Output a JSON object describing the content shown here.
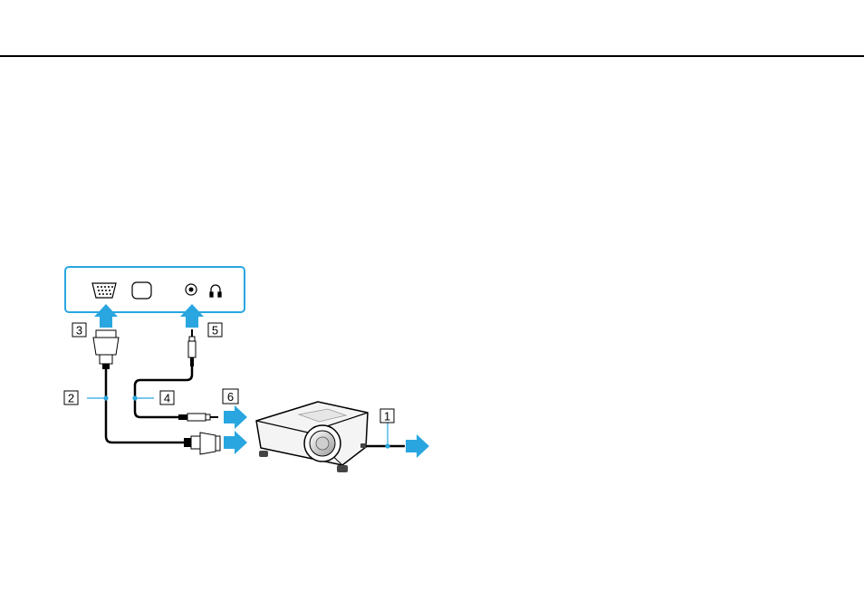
{
  "colors": {
    "accent_blue": "#29a6e0",
    "panel_border": "#29a6e0",
    "line": "#000000",
    "projector_fill": "#f4f4f4"
  },
  "callouts": {
    "c1": "1",
    "c2": "2",
    "c3": "3",
    "c4": "4",
    "c5": "5",
    "c6": "6"
  },
  "icons": {
    "vga_port": "monitor-port-icon",
    "display_port": "display-port-icon",
    "mic_jack": "mic-jack-icon",
    "headphones": "headphones-icon",
    "projector": "projector-icon"
  }
}
